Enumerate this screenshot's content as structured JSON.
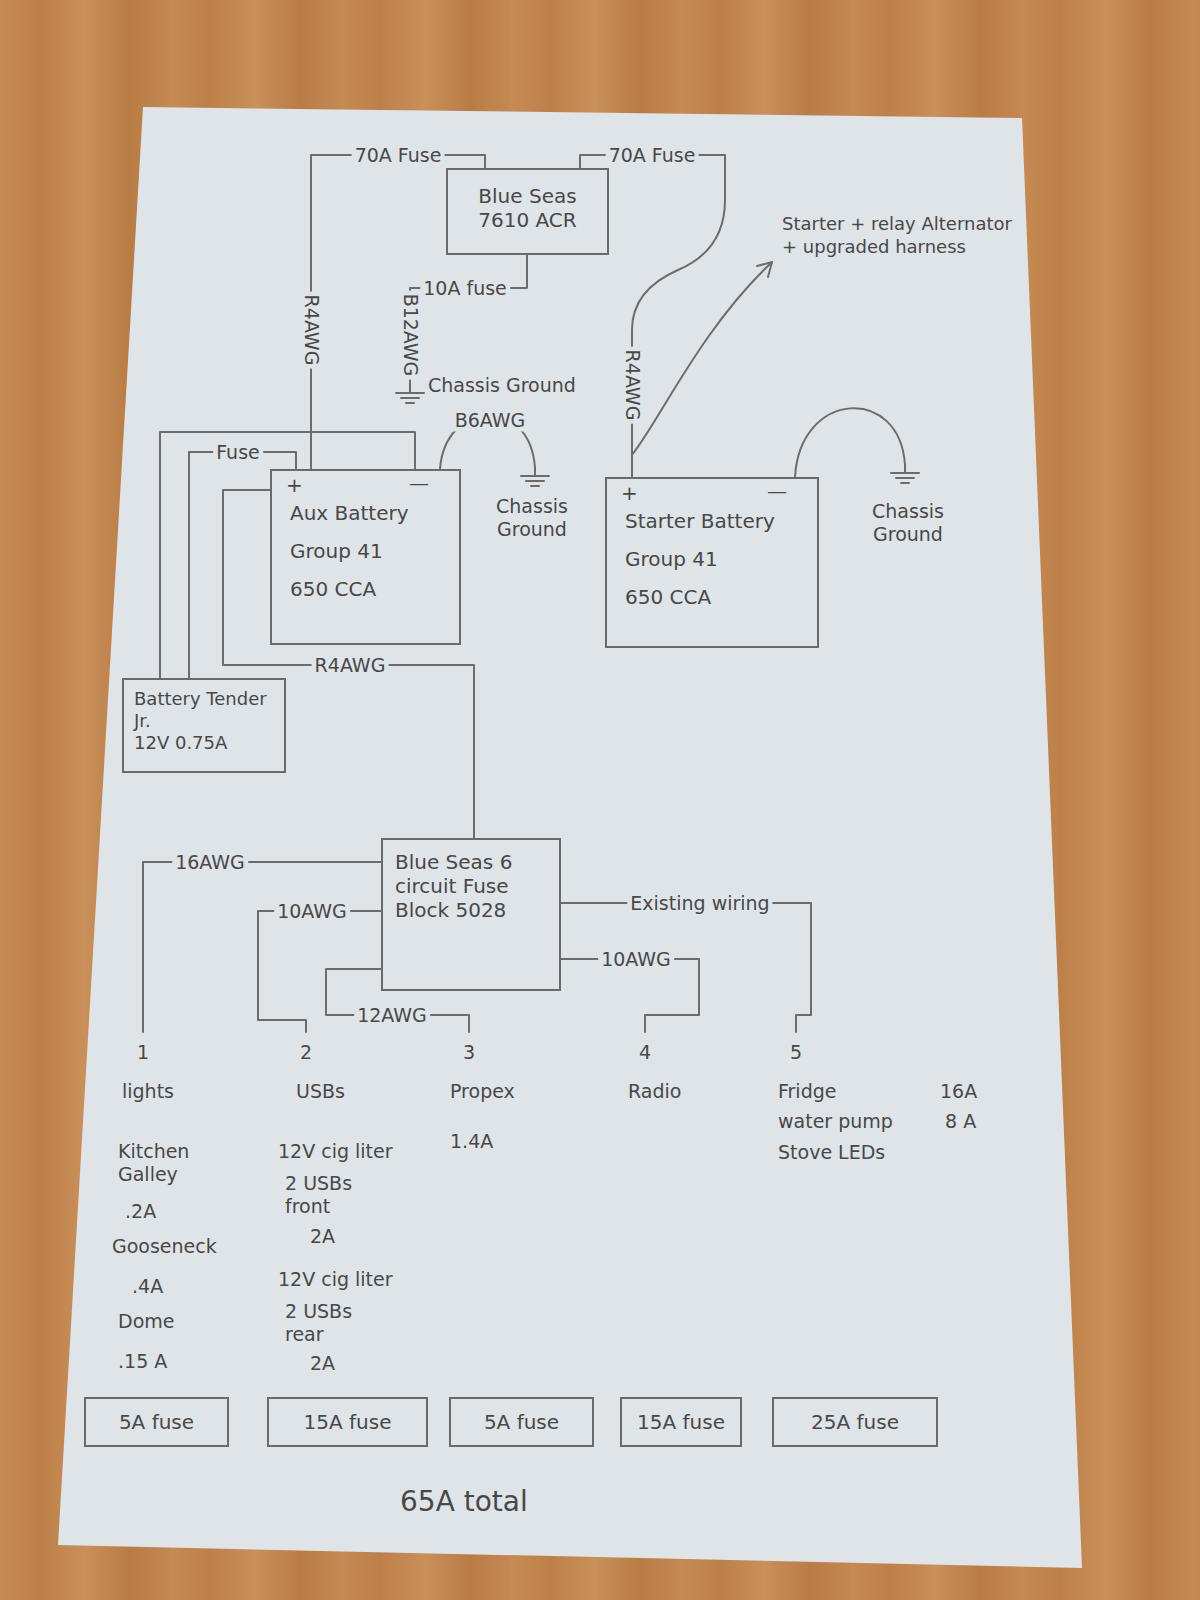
{
  "diagram": {
    "nodes": [
      {
        "text": [
          "Blue Seas 7610 ACR"
        ]
      },
      {
        "text": [
          "+",
          "Aux Battery",
          "Group 41",
          "650 CCA",
          "—"
        ]
      },
      {
        "text": [
          "+",
          "Starter Battery",
          "Group 41",
          "650 CCA",
          "—"
        ]
      },
      {
        "text": [
          "Battery Tender Jr.",
          "12V 0.75A"
        ]
      },
      {
        "text": [
          "Blue Seas 6 circuit Fuse Block 5028"
        ]
      },
      {
        "text": [
          "5A fuse"
        ]
      },
      {
        "text": [
          "15A fuse"
        ]
      },
      {
        "text": [
          "5A fuse"
        ]
      },
      {
        "text": [
          "15A fuse"
        ]
      },
      {
        "text": [
          "25A fuse"
        ]
      }
    ],
    "edges": [
      {
        "from": 1,
        "to": 0,
        "arrow": "none",
        "label": "70A Fuse"
      },
      {
        "from": 0,
        "to": 2,
        "arrow": "none",
        "label": "70A Fuse"
      },
      {
        "from": 1,
        "to": 4,
        "arrow": "none",
        "label": "R4AWG"
      },
      {
        "from": 3,
        "to": 1,
        "arrow": "none",
        "label": "Fuse"
      }
    ],
    "labels": [
      "R4AWG",
      "10A fuse",
      "B12AWG",
      "Chassis Ground",
      "B6AWG",
      "Chassis Ground",
      "R4AWG",
      "Starter + relay Alternator + upgraded harness",
      "Chassis Ground",
      "16AWG",
      "10AWG",
      "12AWG",
      "Existing wiring",
      "10AWG",
      "1",
      "2",
      "3",
      "4",
      "5",
      "lights",
      "USBs",
      "Propex",
      "Radio",
      "Fridge",
      "16A",
      "Kitchen Galley",
      ".2A",
      "Gooseneck",
      ".4A",
      "Dome",
      ".15 A",
      "12V cig liter",
      "2 USBs front",
      "2A",
      "12V cig liter",
      "2 USBs rear",
      "2A",
      "1.4A",
      "water pump",
      "8 A",
      "Stove LEDs",
      "65A total"
    ]
  }
}
